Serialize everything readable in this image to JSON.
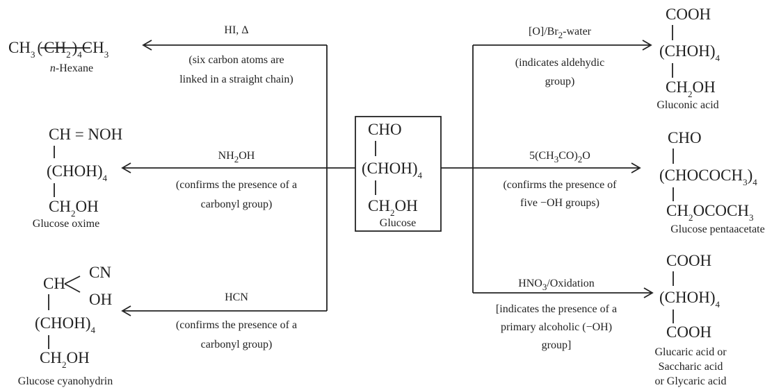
{
  "center": {
    "cho": "CHO",
    "chain": "(CHOH)",
    "chain_sub": "4",
    "ch2": "CH",
    "ch2_sub": "2",
    "oh": "OH",
    "name": "Glucose"
  },
  "hexane": {
    "ch3a": "CH",
    "ch3a_sub": "3",
    "paren_open": "(",
    "ch2": "CH",
    "ch2_sub": "2",
    "paren_close": ")",
    "n_sub": "4",
    "ch3b": "CH",
    "ch3b_sub": "3",
    "name_italic": "n",
    "name_rest": "-Hexane",
    "reagent": "HI, Δ",
    "note1": "(six carbon atoms are",
    "note2": "linked in a straight chain)"
  },
  "oxime": {
    "top": "CH = NOH",
    "chain": "(CHOH)",
    "chain_sub": "4",
    "ch2": "CH",
    "ch2_sub": "2",
    "oh": "OH",
    "name": "Glucose oxime",
    "reagent_a": "NH",
    "reagent_sub": "2",
    "reagent_b": "OH",
    "note1": "(confirms the presence of a",
    "note2": "carbonyl group)"
  },
  "cyanohydrin": {
    "ch": "CH",
    "cn": "CN",
    "oh_top": "OH",
    "chain": "(CHOH)",
    "chain_sub": "4",
    "ch2": "CH",
    "ch2_sub": "2",
    "oh": "OH",
    "name": "Glucose cyanohydrin",
    "reagent": "HCN",
    "note1": "(confirms the presence of a",
    "note2": "carbonyl group)"
  },
  "gluconic": {
    "top": "COOH",
    "chain": "(CHOH)",
    "chain_sub": "4",
    "ch2": "CH",
    "ch2_sub": "2",
    "oh": "OH",
    "name": "Gluconic acid",
    "reagent_a": "[O]/Br",
    "reagent_sub": "2",
    "reagent_b": "-water",
    "note1": "(indicates aldehydic",
    "note2": "group)"
  },
  "pentaacetate": {
    "top": "CHO",
    "chain_a": "(CHOCOCH",
    "chain_sub1": "3",
    "chain_b": ")",
    "chain_sub2": "4",
    "bottom_a": "CH",
    "bottom_sub1": "2",
    "bottom_b": "OCOCH",
    "bottom_sub2": "3",
    "name": "Glucose pentaacetate",
    "reagent_a": "5(CH",
    "reagent_sub1": "3",
    "reagent_b": "CO)",
    "reagent_sub2": "2",
    "reagent_c": "O",
    "note1": "(confirms the presence of",
    "note2": "five  −OH groups)"
  },
  "glucaric": {
    "top": "COOH",
    "chain": "(CHOH)",
    "chain_sub": "4",
    "bottom": "COOH",
    "name1": "Glucaric acid or",
    "name2": "Saccharic acid",
    "name3": "or Glycaric acid",
    "reagent_a": "HNO",
    "reagent_sub": "3",
    "reagent_b": "/Oxidation",
    "note1": "[indicates the presence of a",
    "note2": "primary alcoholic (−OH)",
    "note3": "group]"
  }
}
